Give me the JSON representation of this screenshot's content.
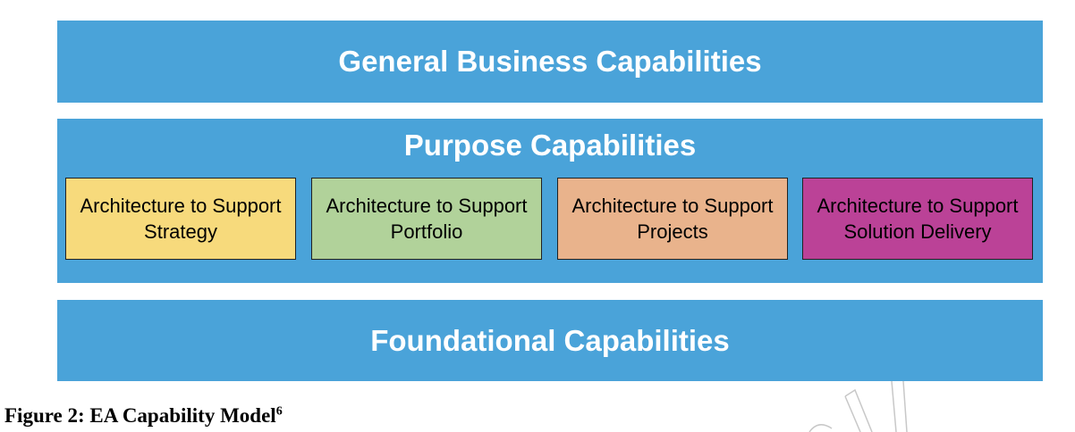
{
  "diagram": {
    "general": "General Business Capabilities",
    "purpose": {
      "title": "Purpose Capabilities",
      "boxes": [
        {
          "label": "Architecture to Support Strategy",
          "color": "#f7da7c"
        },
        {
          "label": "Architecture to Support Portfolio",
          "color": "#b1d29a"
        },
        {
          "label": "Architecture to Support Projects",
          "color": "#e9b38c"
        },
        {
          "label": "Architecture to Support Solution Delivery",
          "color": "#bb4297"
        }
      ]
    },
    "foundational": "Foundational Capabilities"
  },
  "caption": {
    "text": "Figure 2: EA Capability Model",
    "footnote": "6"
  }
}
